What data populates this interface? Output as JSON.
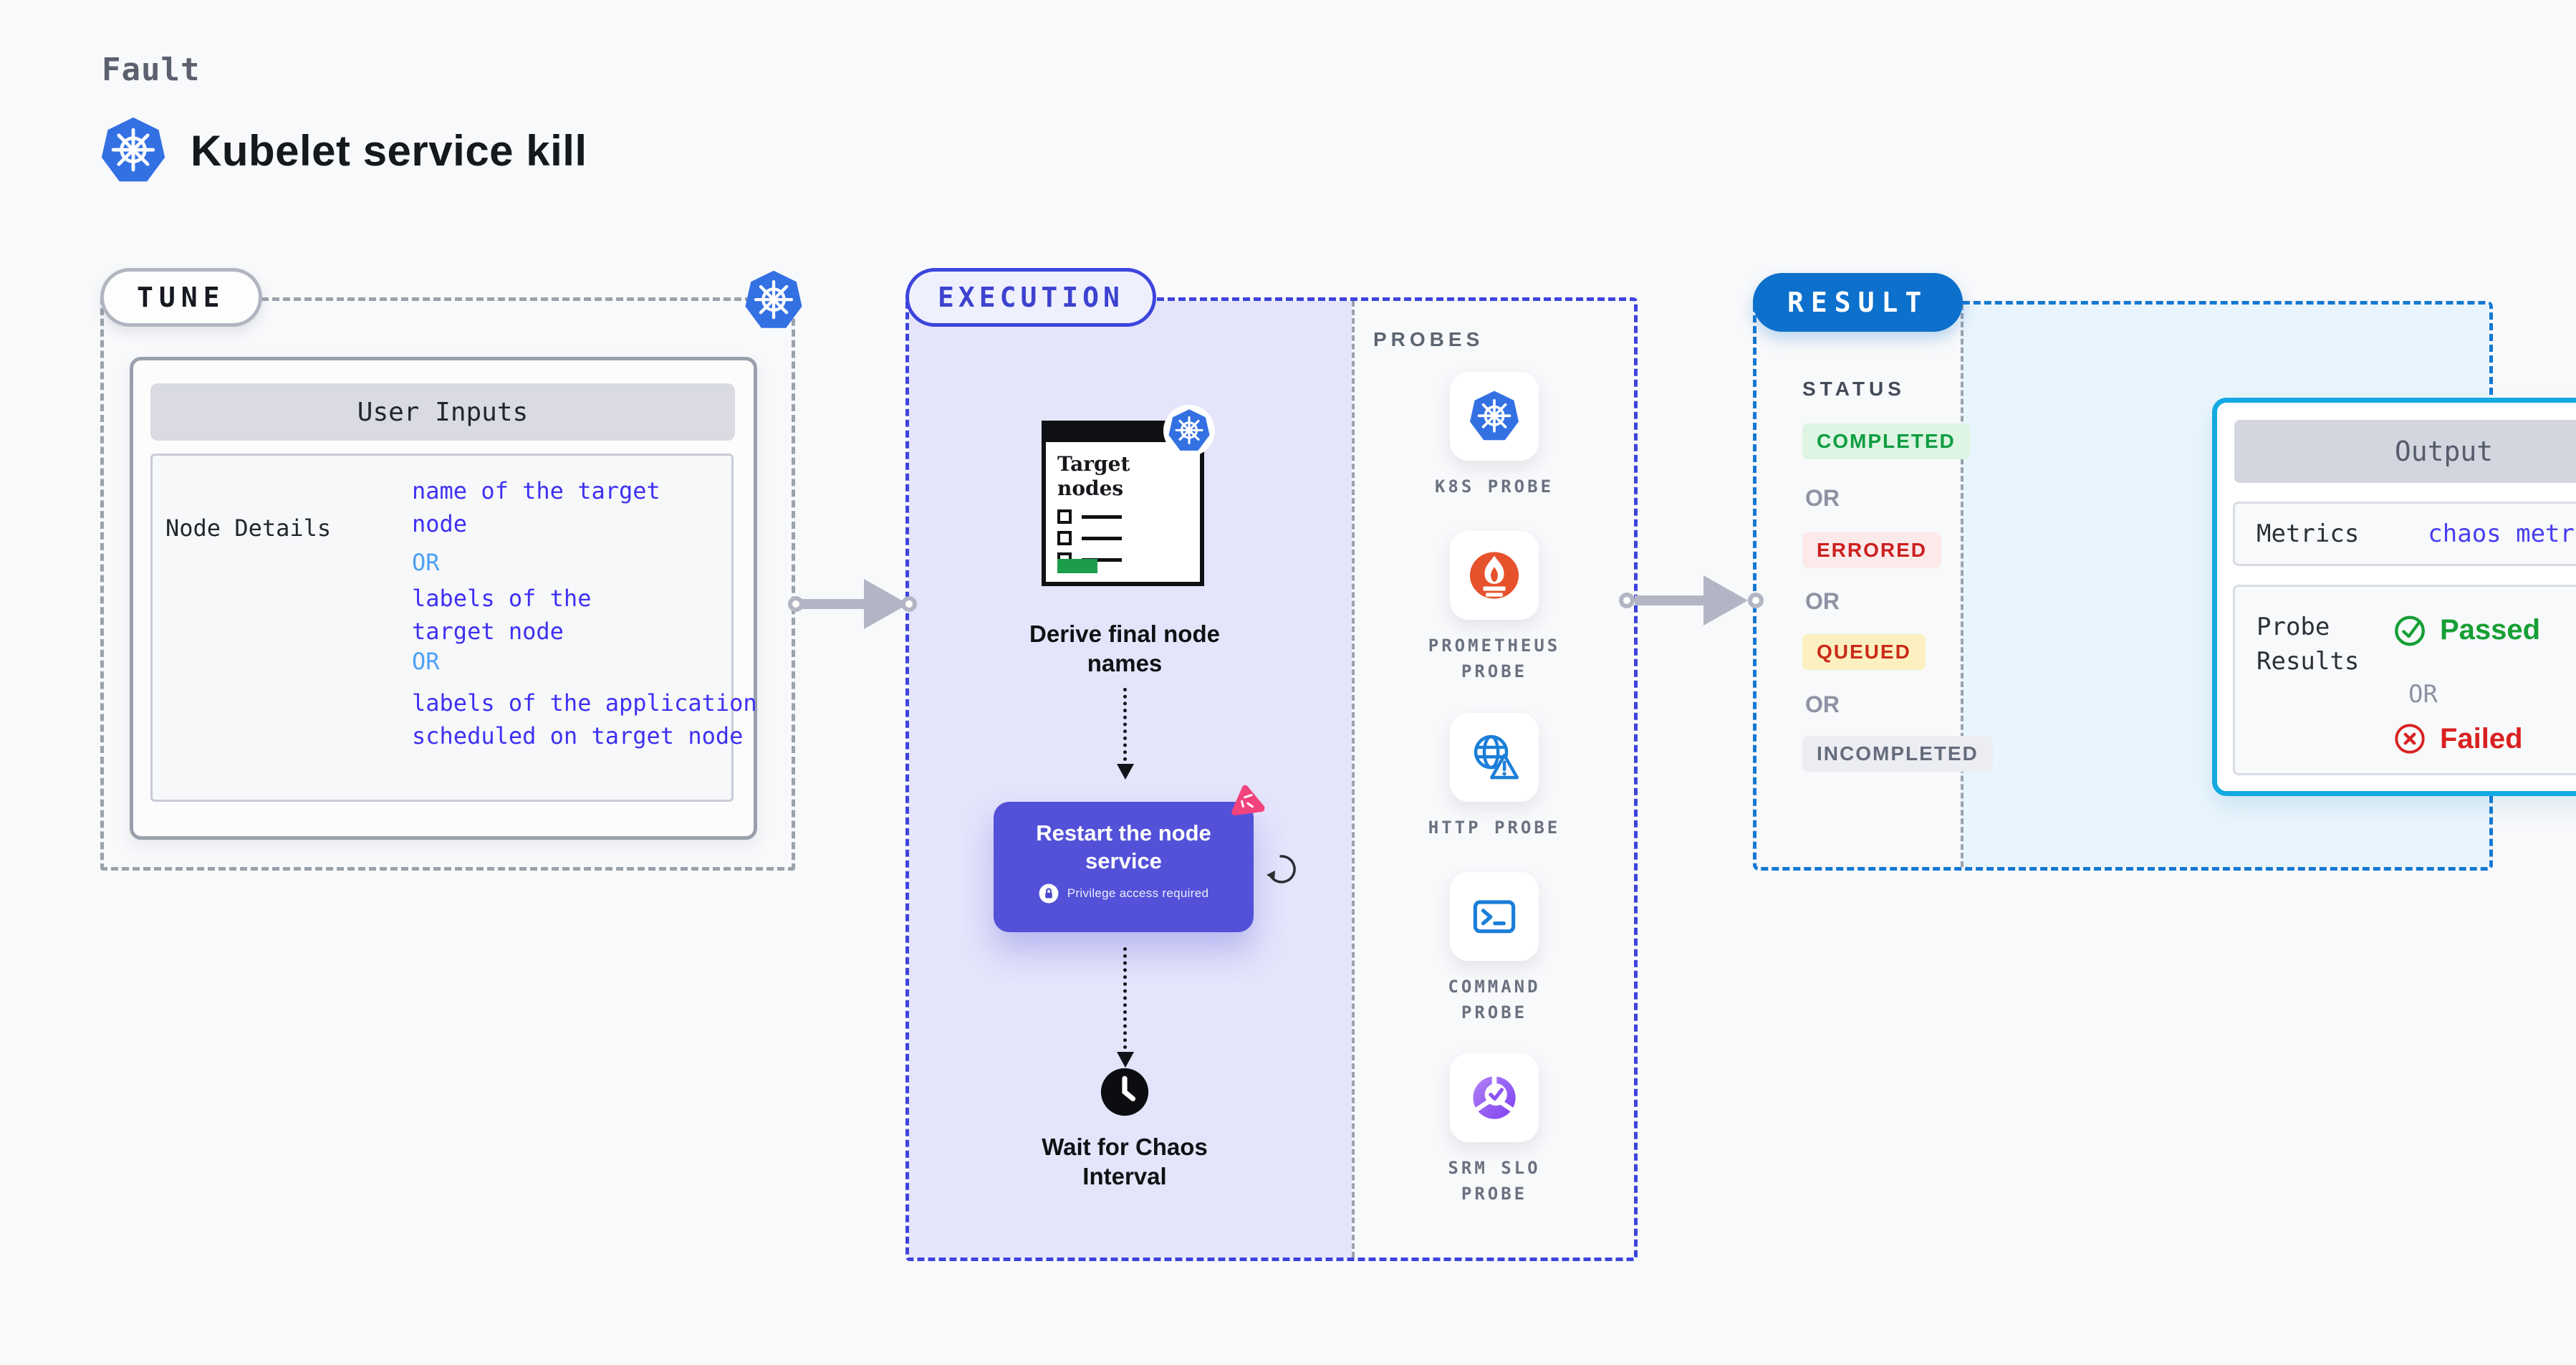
{
  "header": {
    "kicker": "Fault",
    "title": "Kubelet service kill"
  },
  "tune": {
    "label": "TUNE",
    "user_inputs": {
      "title": "User Inputs",
      "row_label": "Node Details",
      "or": "OR",
      "options": [
        "name of the target\nnode",
        "labels of the\ntarget node",
        "labels of the application\nscheduled on target node"
      ]
    }
  },
  "execution": {
    "label": "EXECUTION",
    "target_window": {
      "title": "Target\nnodes"
    },
    "steps": {
      "derive": "Derive final node\nnames",
      "restart": "Restart the node\nservice",
      "privilege": "Privilege access required",
      "wait": "Wait for Chaos\nInterval"
    },
    "probes": {
      "label": "PROBES",
      "items": [
        {
          "label": "K8S PROBE"
        },
        {
          "label": "PROMETHEUS\nPROBE"
        },
        {
          "label": "HTTP PROBE"
        },
        {
          "label": "COMMAND\nPROBE"
        },
        {
          "label": "SRM SLO\nPROBE"
        }
      ]
    }
  },
  "result": {
    "label": "RESULT",
    "status": {
      "label": "STATUS",
      "or": "OR",
      "badges": [
        "COMPLETED",
        "ERRORED",
        "QUEUED",
        "INCOMPLETED"
      ]
    },
    "output": {
      "title": "Output",
      "metrics_label": "Metrics",
      "metrics_value": "chaos metrics",
      "probe_results_label": "Probe\nResults",
      "passed": "Passed",
      "or": "OR",
      "failed": "Failed"
    }
  },
  "colors": {
    "page_bg": "#f8f9fb",
    "accent_indigo": "#3d44dc",
    "execution_fill": "#e4e4fb",
    "result_pill_blue": "#0c70cc",
    "result_border_blue": "#1478d2",
    "output_border_cyan": "#14a9e2",
    "output_area_fill": "#e9f5fc",
    "option_blue": "#3e31f2",
    "or_blue": "#4da1f5",
    "restart_card_purple": "#5351d8",
    "chaos_pink": "#f2437d",
    "k8s_blue": "#3371e3",
    "prometheus_orange": "#e6522c",
    "probe_icon_blue": "#1b7ed8",
    "srm_purple": "#7e3ff2",
    "passed_green": "#169f35",
    "failed_red": "#d92121",
    "completed_green": "#0f9d42",
    "errored_red": "#cb1f1f",
    "queued_amber_bg": "#fcf0c0",
    "dash_gray": "#9aa2ac",
    "arrow_gray": "#b4b5c4"
  },
  "icons": {
    "kubernetes": "k8s-wheel-heptagon",
    "prometheus": "flame-torch",
    "http": "globe-warning",
    "command": "terminal",
    "srm_slo": "pie-check",
    "clock": "clock",
    "refresh": "circular-arrow",
    "lock": "padlock",
    "chaos": "pink-chaos-triangle",
    "passed": "check-circle",
    "failed": "x-circle"
  }
}
